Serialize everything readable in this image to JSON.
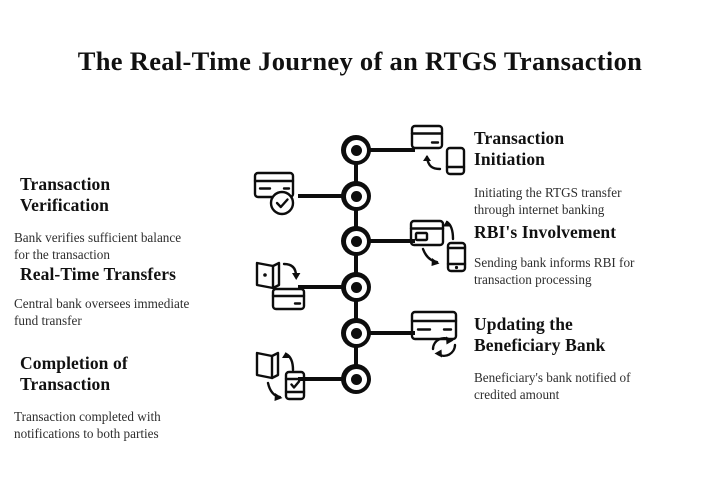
{
  "title": "The Real-Time Journey of an RTGS Transaction",
  "theme": {
    "background": "#ffffff",
    "ink": "#111111",
    "line": "#0d0d0d",
    "body_text": "#2e2e2e"
  },
  "timeline": {
    "node_count": 6,
    "orientation": "vertical"
  },
  "steps": [
    {
      "index": 1,
      "side": "right",
      "heading_line1": "Transaction",
      "heading_line2": "Initiation",
      "desc_line1": "Initiating the RTGS transfer",
      "desc_line2": "through internet banking",
      "icon": "card-to-phone-arrow-icon"
    },
    {
      "index": 2,
      "side": "left",
      "heading_line1": "Transaction",
      "heading_line2": "Verification",
      "desc_line1": "Bank verifies sufficient balance",
      "desc_line2": "for the transaction",
      "icon": "card-check-icon"
    },
    {
      "index": 3,
      "side": "right",
      "heading_line1": "RBI's Involvement",
      "heading_line2": "",
      "desc_line1": "Sending bank informs RBI for",
      "desc_line2": "transaction processing",
      "icon": "card-phone-exchange-icon"
    },
    {
      "index": 4,
      "side": "left",
      "heading_line1": "Real-Time Transfers",
      "heading_line2": "",
      "desc_line1": "Central bank oversees immediate",
      "desc_line2": "fund transfer",
      "icon": "wallet-to-card-arrow-icon"
    },
    {
      "index": 5,
      "side": "right",
      "heading_line1": "Updating the",
      "heading_line2": "Beneficiary Bank",
      "desc_line1": "Beneficiary's bank notified of",
      "desc_line2": "credited amount",
      "icon": "card-sync-icon"
    },
    {
      "index": 6,
      "side": "left",
      "heading_line1": "Completion of",
      "heading_line2": "Transaction",
      "desc_line1": "Transaction completed with",
      "desc_line2": "notifications to both parties",
      "icon": "wallet-phone-check-icon"
    }
  ]
}
